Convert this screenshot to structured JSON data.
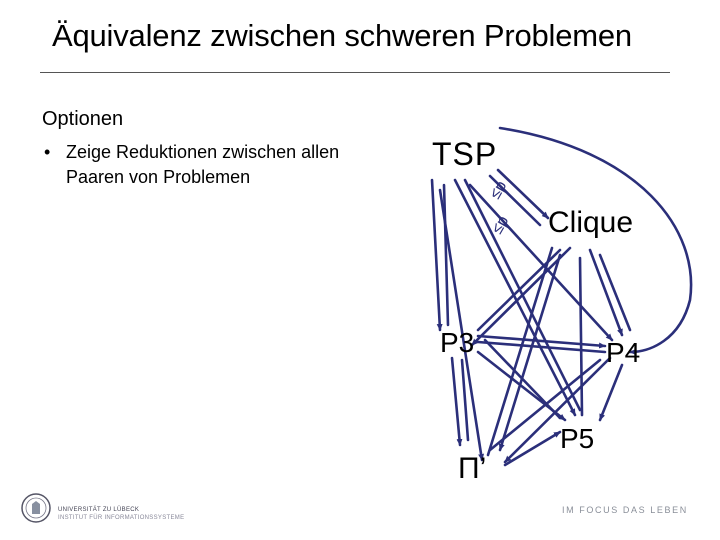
{
  "slide": {
    "title": "Äquivalenz zwischen schweren Problemen",
    "options_heading": "Optionen",
    "bullet_line1": "Zeige Reduktionen zwischen allen",
    "bullet_line2": "Paaren von Problemen",
    "bullet_marker": "•"
  },
  "diagram": {
    "nodes": [
      {
        "id": "tsp",
        "label": "TSP"
      },
      {
        "id": "clique",
        "label": "Clique"
      },
      {
        "id": "p3",
        "label": "P3"
      },
      {
        "id": "p4",
        "label": "P4"
      },
      {
        "id": "p5",
        "label": "P5"
      },
      {
        "id": "pi",
        "label": "Π’"
      }
    ],
    "reduction_symbol": "≤p",
    "edge_color": "#2b2f7a"
  },
  "footer": {
    "university_line1": "UNIVERSITÄT ZU LÜBECK",
    "university_line2": "INSTITUT FÜR INFORMATIONSSYSTEME",
    "slogan": "IM FOCUS DAS LEBEN"
  }
}
